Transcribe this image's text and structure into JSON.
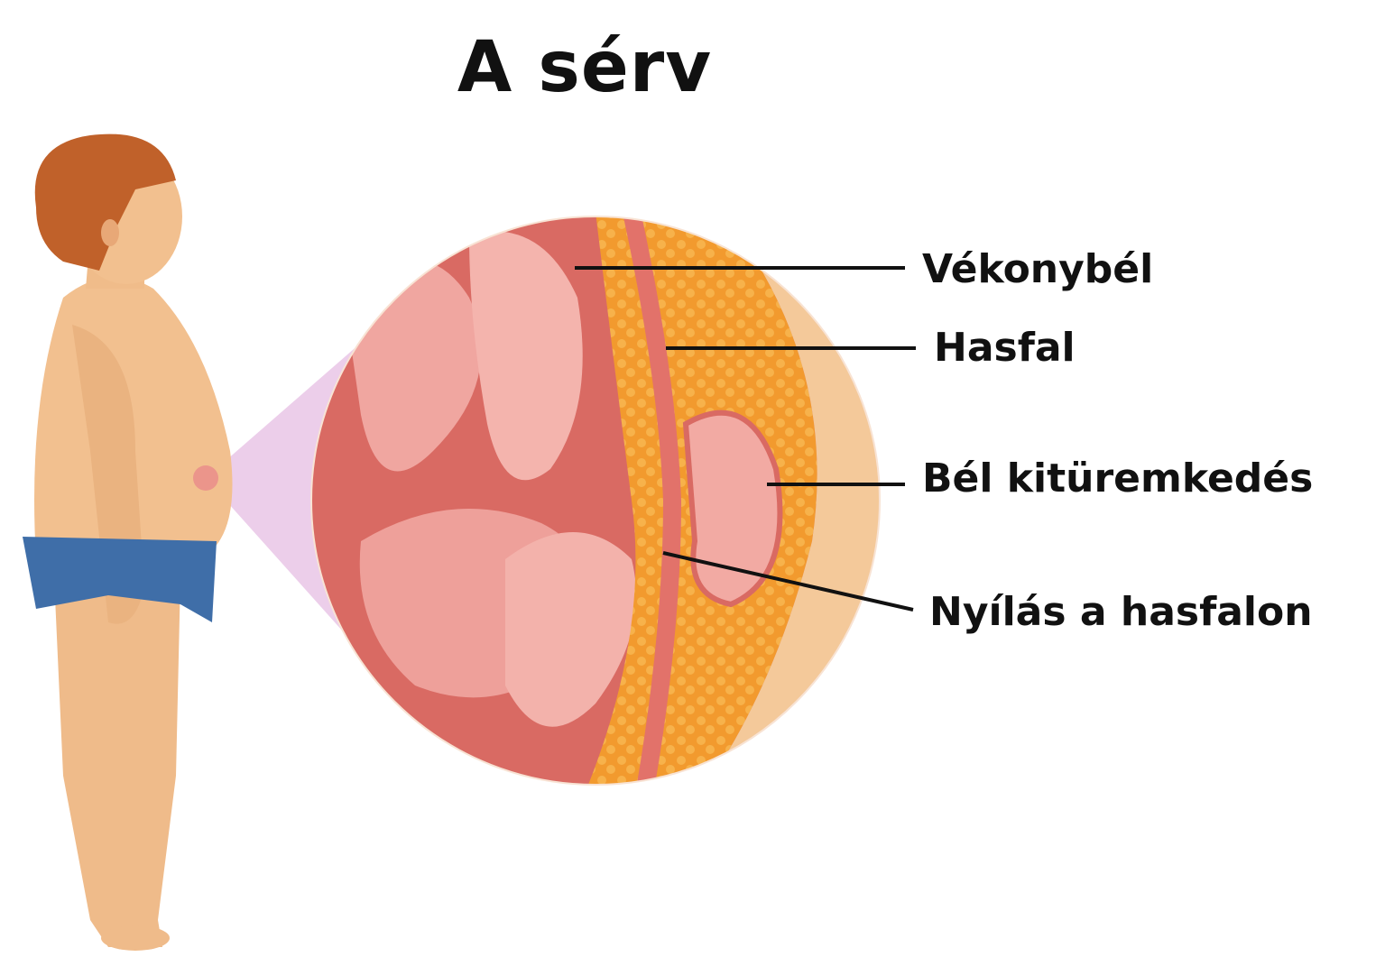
{
  "title": "A sérv",
  "labels": {
    "small_intestine": "Vékonybél",
    "abdominal_wall": "Hasfal",
    "bowel_protrusion": "Bél kitüremkedés",
    "wall_opening": "Nyílás a hasfalon"
  },
  "colors": {
    "skin": "#f2c08f",
    "hair": "#c0612a",
    "briefs": "#3f6ea8",
    "intestine": "#e0877f",
    "fat": "#f29a2e",
    "muscle": "#e2726a",
    "zoom_cone": "#e9c6e6"
  }
}
